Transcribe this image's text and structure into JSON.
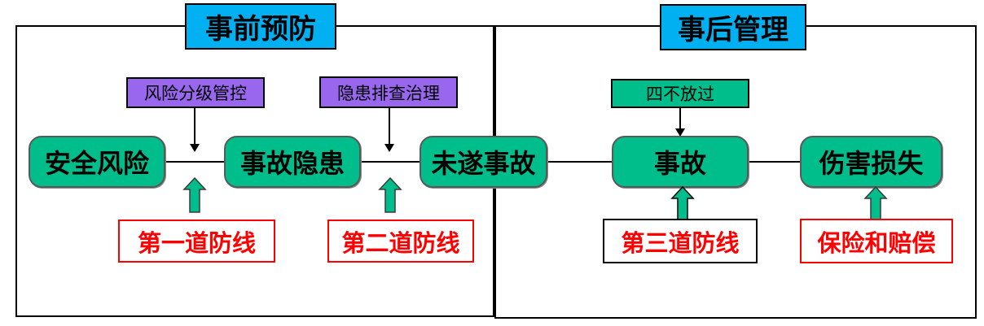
{
  "diagram": {
    "headers": {
      "pre_prevention": "事前预防",
      "post_management": "事后管理"
    },
    "tags": {
      "risk_control": "风险分级管控",
      "hazard_inspection": "隐患排查治理",
      "four_no_pass": "四不放过"
    },
    "chain": {
      "safety_risk": "安全风险",
      "accident_hazard": "事故隐患",
      "near_miss": "未遂事故",
      "accident": "事故",
      "injury_loss": "伤害损失"
    },
    "labels": {
      "first_defense": "第一道防线",
      "second_defense": "第二道防线",
      "third_defense": "第三道防线",
      "insurance_compensation": "保险和赔偿"
    },
    "colors": {
      "header_fill": "#00b0f0",
      "purple_fill": "#9966ee",
      "green_fill": "#00be8c",
      "label_text": "#ff0000",
      "line": "#000000"
    }
  }
}
